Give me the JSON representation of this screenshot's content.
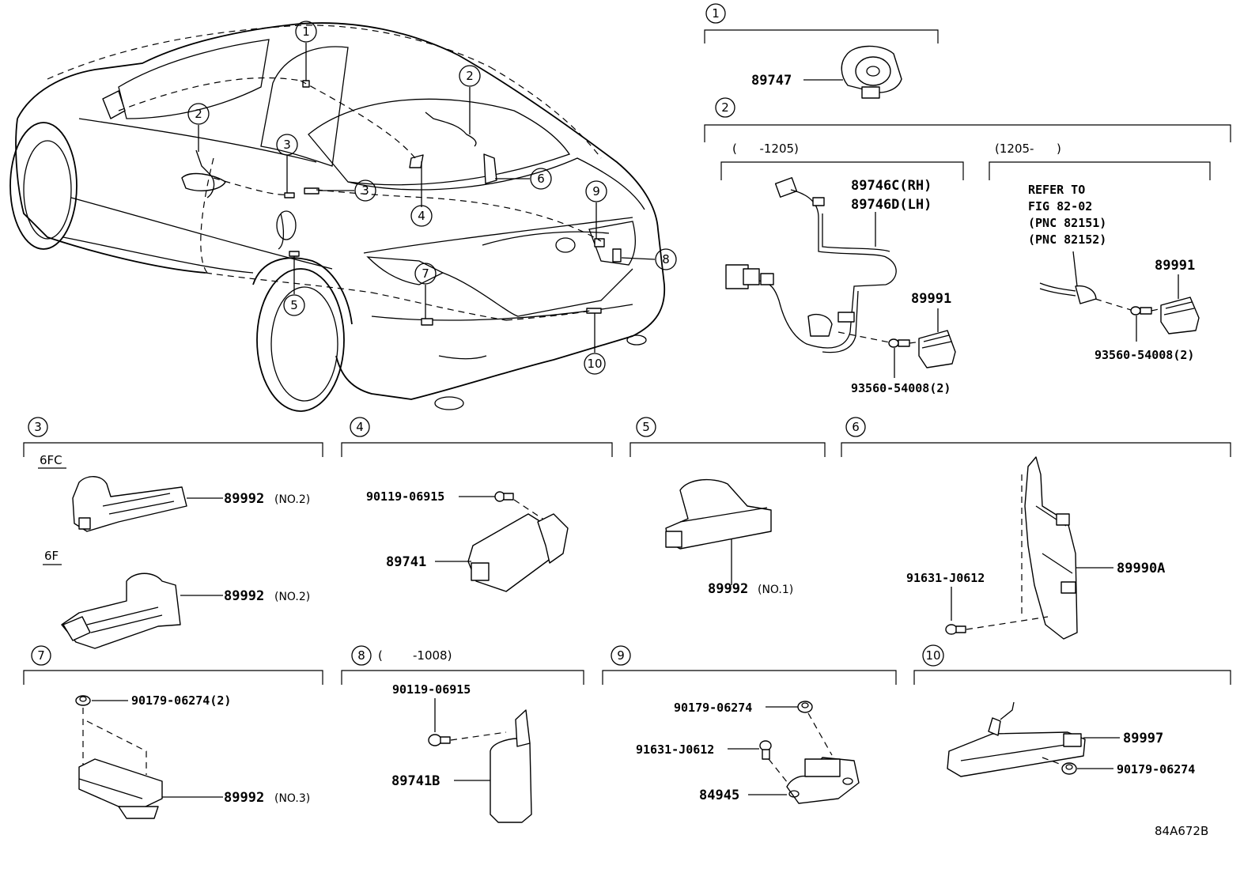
{
  "callouts": [
    "1",
    "2",
    "3",
    "4",
    "5",
    "6",
    "7",
    "8",
    "9",
    "10"
  ],
  "sections": {
    "s1": {
      "num": "1",
      "parts": {
        "p89747": "89747"
      }
    },
    "s2": {
      "num": "2",
      "left_range": "(      -1205)",
      "right_range": "(1205-      )",
      "p89746c": "89746C(RH)",
      "p89746d": "89746D(LH)",
      "p89991a": "89991",
      "p93560a": "93560-54008(2)",
      "refer": [
        "REFER TO",
        "FIG 82-02",
        "(PNC 82151)",
        "(PNC 82152)"
      ],
      "p89991b": "89991",
      "p93560b": "93560-54008(2)"
    },
    "s3": {
      "num": "3",
      "variant_a": "6FC",
      "variant_b": "6F",
      "p89992a": "89992",
      "p89992a_note": "(NO.2)",
      "p89992b": "89992",
      "p89992b_note": "(NO.2)"
    },
    "s4": {
      "num": "4",
      "p90119": "90119-06915",
      "p89741": "89741"
    },
    "s5": {
      "num": "5",
      "p89992": "89992",
      "p89992_note": "(NO.1)"
    },
    "s6": {
      "num": "6",
      "p91631": "91631-J0612",
      "p89990a": "89990A"
    },
    "s7": {
      "num": "7",
      "p90179": "90179-06274(2)",
      "p89992": "89992",
      "p89992_note": "(NO.3)"
    },
    "s8": {
      "num": "8",
      "range": "(        -1008)",
      "p90119": "90119-06915",
      "p89741b": "89741B"
    },
    "s9": {
      "num": "9",
      "p90179": "90179-06274",
      "p91631": "91631-J0612",
      "p84945": "84945"
    },
    "s10": {
      "num": "10",
      "p89997": "89997",
      "p90179": "90179-06274"
    }
  },
  "figure_code": "84A672B"
}
